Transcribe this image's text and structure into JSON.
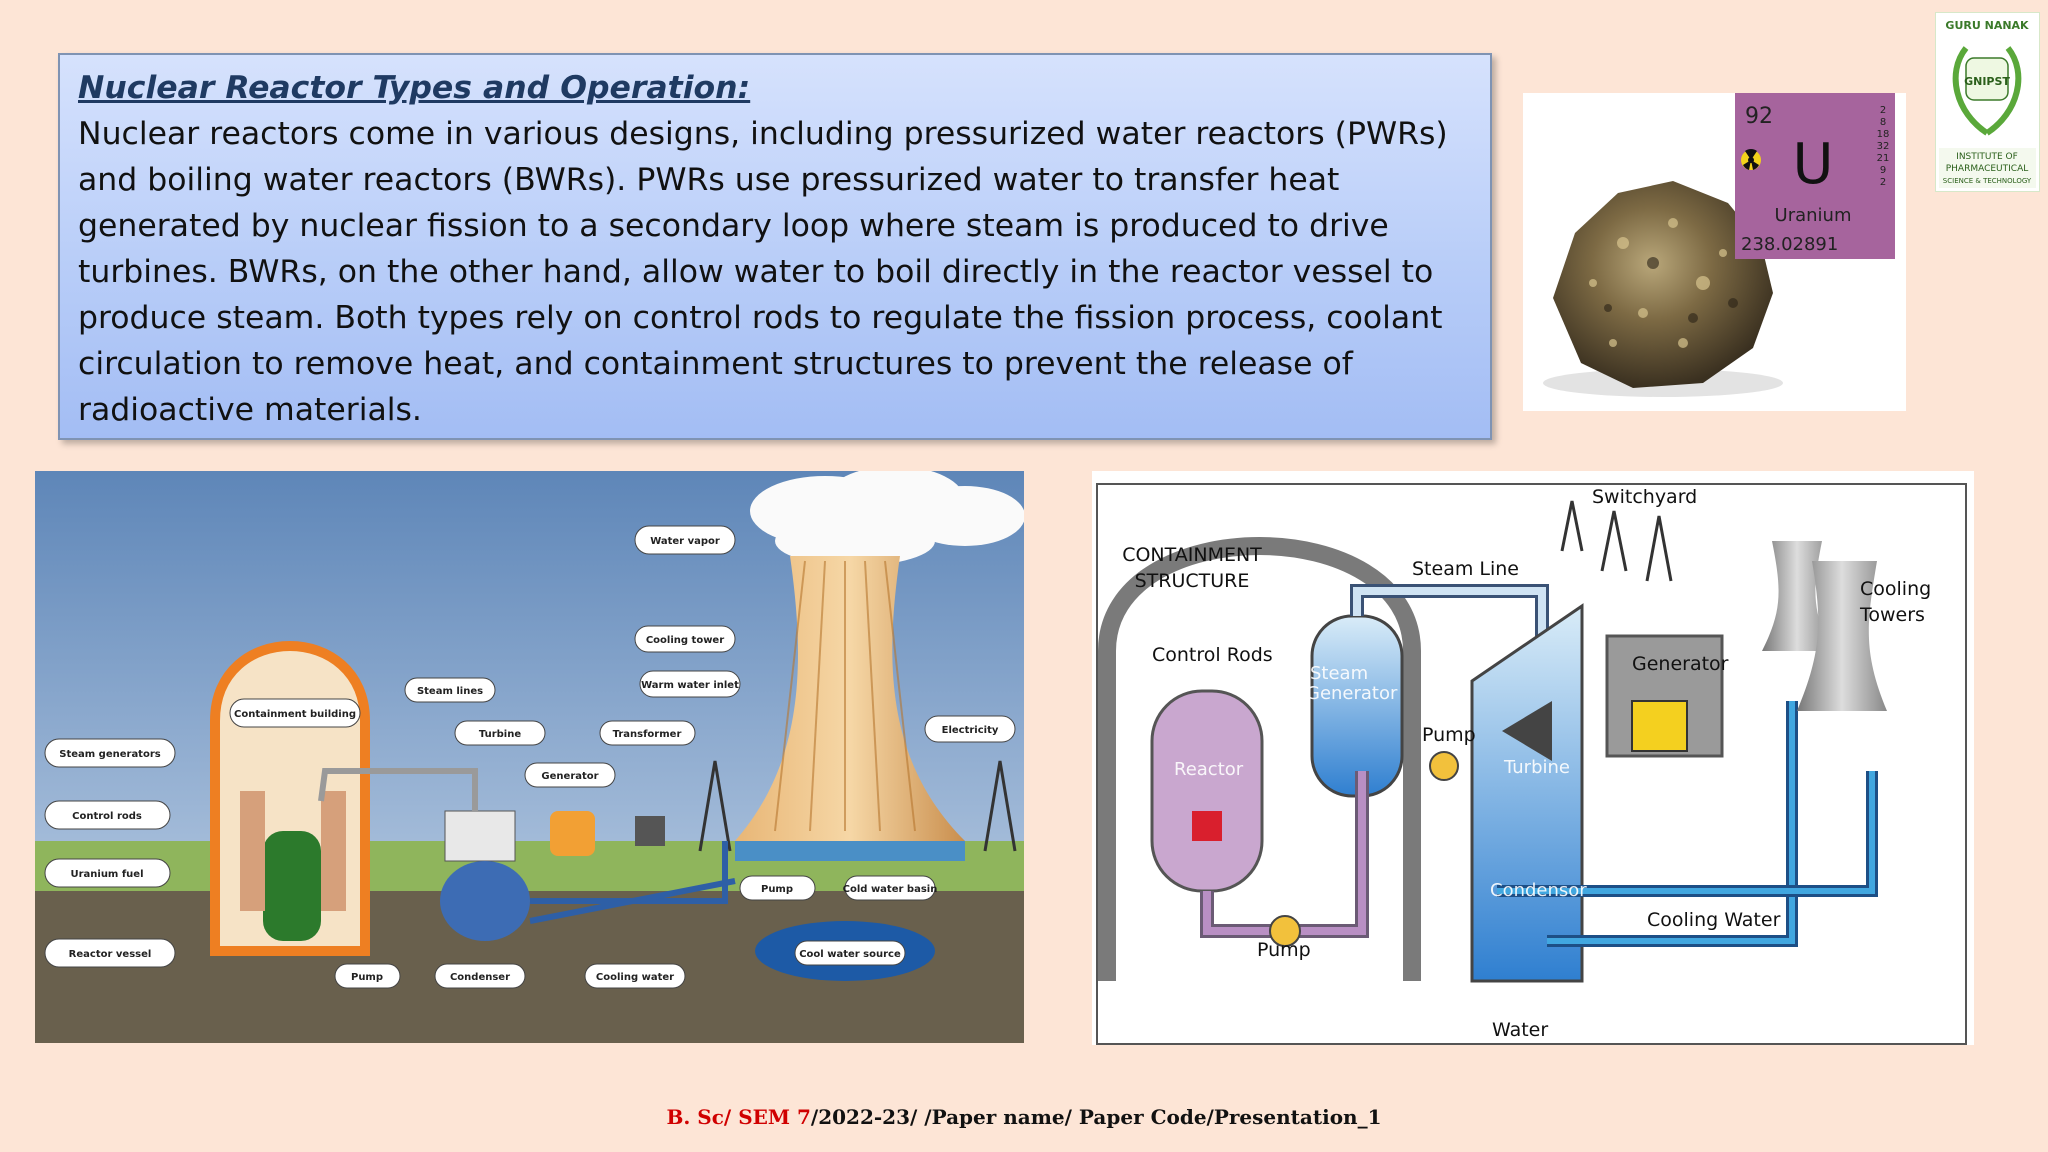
{
  "slide": {
    "heading": "Nuclear Reactor Types and Operation:",
    "body": "Nuclear reactors come in various designs, including pressurized water reactors (PWRs) and boiling water reactors (BWRs). PWRs use pressurized water to transfer heat generated by nuclear fission to a secondary loop where steam is produced to drive turbines. BWRs, on the other hand, allow water to boil directly in the reactor vessel to produce steam. Both types rely on control rods to regulate the fission process, coolant circulation to remove heat, and containment structures to prevent the release of radioactive materials."
  },
  "uranium_card": {
    "atomic_number": "92",
    "symbol": "U",
    "name": "Uranium",
    "mass": "238.02891",
    "shells": [
      "2",
      "8",
      "18",
      "32",
      "21",
      "9",
      "2"
    ]
  },
  "logo": {
    "top_text": "GURU NANAK",
    "badge": "GNIPST",
    "line1": "INSTITUTE OF",
    "line2": "PHARMACEUTICAL",
    "line3": "SCIENCE & TECHNOLOGY"
  },
  "diagram_left": {
    "labels": {
      "water_vapor": "Water vapor",
      "cooling_tower": "Cooling tower",
      "warm_water_inlet": "Warm water inlet",
      "steam_lines": "Steam lines",
      "containment_building": "Containment building",
      "turbine": "Turbine",
      "transformer": "Transformer",
      "electricity": "Electricity",
      "steam_generators": "Steam generators",
      "generator": "Generator",
      "control_rods": "Control rods",
      "uranium_fuel": "Uranium fuel",
      "pump_1": "Pump",
      "cold_water_basin": "Cold water basin",
      "cool_water_source": "Cool water source",
      "reactor_vessel": "Reactor vessel",
      "pump_2": "Pump",
      "condenser": "Condenser",
      "cooling_water": "Cooling water"
    }
  },
  "diagram_right": {
    "labels": {
      "switchyard": "Switchyard",
      "containment_1": "CONTAINMENT",
      "containment_2": "STRUCTURE",
      "steam_line": "Steam Line",
      "cooling_towers_1": "Cooling",
      "cooling_towers_2": "Towers",
      "control_rods": "Control Rods",
      "steam_gen_1": "Steam",
      "steam_gen_2": "Generator",
      "generator": "Generator",
      "pump_top": "Pump",
      "reactor": "Reactor",
      "turbine": "Turbine",
      "pump_bottom": "Pump",
      "condensor": "Condensor",
      "cooling_water": "Cooling Water",
      "water": "Water"
    }
  },
  "footer": {
    "red": "B. Sc/ SEM 7",
    "black": "/2022-23/ /Paper name/ Paper Code/Presentation_1"
  },
  "colors": {
    "background": "#fde5d6",
    "heading": "#1f3a62",
    "footer_red": "#d00000"
  }
}
